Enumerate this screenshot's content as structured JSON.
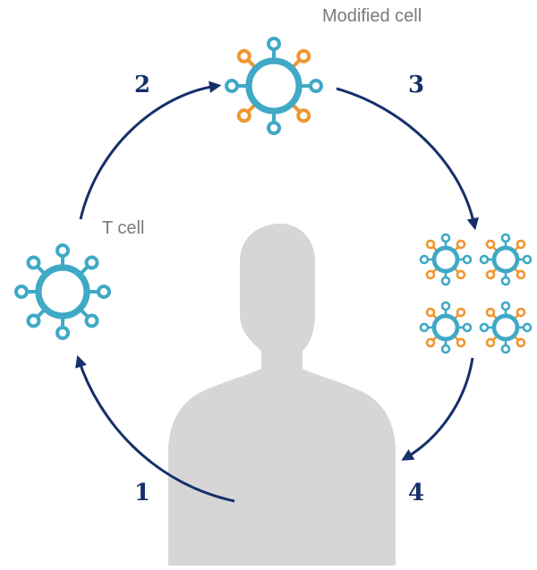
{
  "labels": {
    "modified_cell": "Modified cell",
    "t_cell": "T cell"
  },
  "steps": [
    "1",
    "2",
    "3",
    "4"
  ],
  "colors": {
    "cell_blue": "#3fa9c6",
    "receptor_orange": "#f0962f",
    "arrow_navy": "#15306a",
    "silhouette_gray": "#d6d6d6",
    "label_gray": "#7a7a7a"
  },
  "icons": {
    "person": "person-silhouette-icon",
    "t_cell": "t-cell-icon",
    "modified_cell": "modified-cell-icon",
    "multiplied_cells": "multiplied-cells-icon"
  }
}
